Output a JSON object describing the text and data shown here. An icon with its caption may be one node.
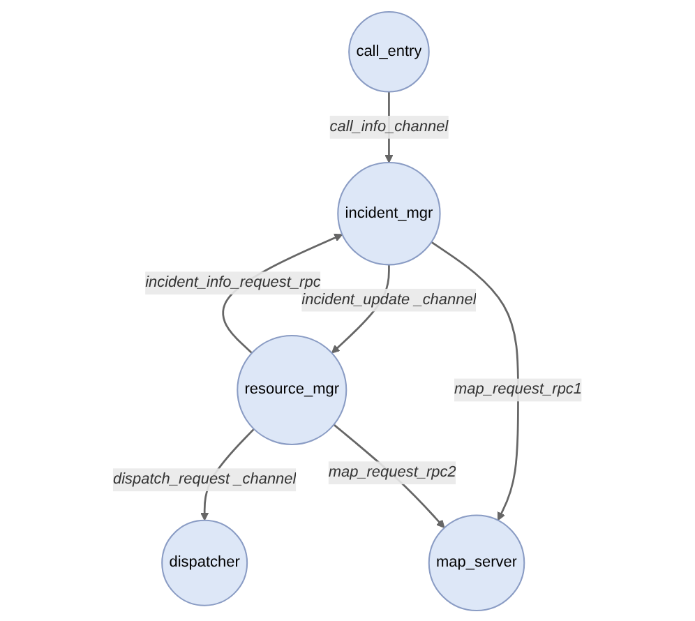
{
  "diagram": {
    "nodes": [
      {
        "text": [
          "call_entry"
        ]
      },
      {
        "text": [
          "incident_mgr"
        ]
      },
      {
        "text": [
          "resource_mgr"
        ]
      },
      {
        "text": [
          "dispatcher"
        ]
      },
      {
        "text": [
          "map_server"
        ]
      }
    ],
    "edges": [
      {
        "from": 0,
        "to": 1,
        "arrow": "to",
        "label": "call_info_channel"
      },
      {
        "from": 2,
        "to": 1,
        "arrow": "to",
        "label": "incident_info_request_rpc"
      },
      {
        "from": 1,
        "to": 2,
        "arrow": "to",
        "label": "incident_update _channel"
      },
      {
        "from": 1,
        "to": 4,
        "arrow": "to",
        "label": "map_request_rpc1"
      },
      {
        "from": 2,
        "to": 3,
        "arrow": "to",
        "label": "dispatch_request _channel"
      },
      {
        "from": 2,
        "to": 4,
        "arrow": "to",
        "label": "map_request_rpc2"
      }
    ]
  }
}
